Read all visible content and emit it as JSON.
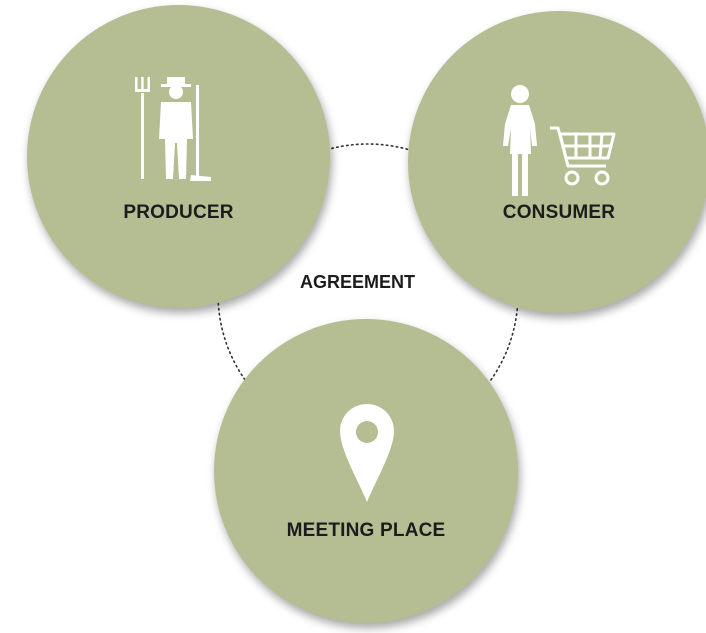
{
  "diagram": {
    "nodes": [
      {
        "label": "PRODUCER",
        "icon": "farmer-icon"
      },
      {
        "label": "CONSUMER",
        "icon": "shopper-with-cart-icon"
      },
      {
        "label": "MEETING PLACE",
        "icon": "map-pin-icon"
      }
    ],
    "center_label": "AGREEMENT",
    "colors": {
      "node_fill": "#b5bd93",
      "icon_fill": "#ffffff",
      "label_text": "#1c1c1c",
      "connector_stroke": "#333333"
    }
  }
}
